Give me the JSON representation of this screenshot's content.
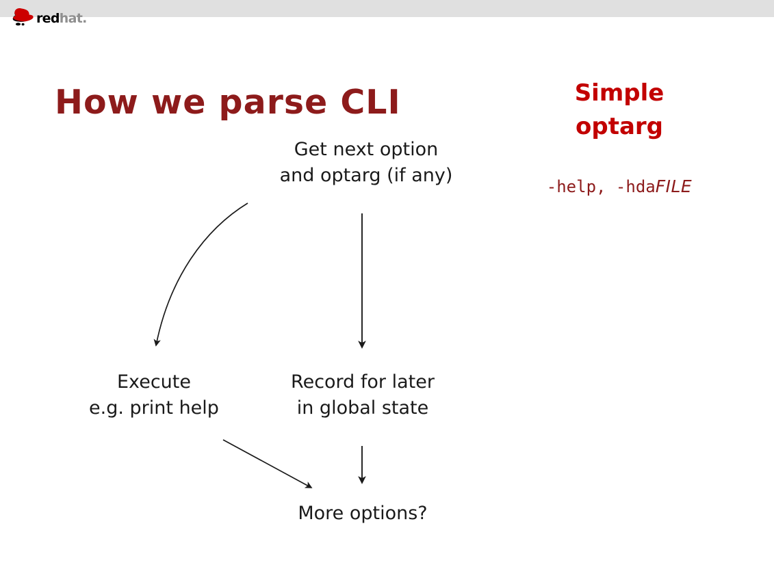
{
  "header": {
    "logo_icon": "redhat-shadowman-icon",
    "wordmark_red": "red",
    "wordmark_hat": "hat",
    "wordmark_dot": ".",
    "band_color": "#e0e0e0"
  },
  "slide": {
    "title": "How we parse CLI",
    "title_color": "#8d1b1b",
    "background_color": "#ffffff"
  },
  "sidebar": {
    "heading_line1": "Simple",
    "heading_line2": "optarg",
    "heading_color": "#c20000",
    "example_mono": "-help, -hda",
    "example_meta": "FILE",
    "example_color": "#8d1b1b"
  },
  "flowchart": {
    "nodes": [
      {
        "id": "get-option",
        "line1": "Get next option",
        "line2": "and optarg (if any)"
      },
      {
        "id": "execute",
        "line1": "Execute",
        "line2": "e.g. print help"
      },
      {
        "id": "record",
        "line1": "Record for later",
        "line2": "in global state"
      },
      {
        "id": "more-options",
        "line1": "More options?",
        "line2": ""
      }
    ],
    "edges": [
      {
        "id": "curved-to-execute",
        "from": "get-option",
        "to": "execute",
        "style": "curved"
      },
      {
        "id": "straight-to-record",
        "from": "get-option",
        "to": "record",
        "style": "straight-vertical"
      },
      {
        "id": "diagonal-to-more",
        "from": "execute",
        "to": "more-options",
        "style": "diagonal"
      },
      {
        "id": "straight-to-more",
        "from": "record",
        "to": "more-options",
        "style": "straight-vertical"
      }
    ],
    "stroke_color": "#1a1a1a"
  }
}
